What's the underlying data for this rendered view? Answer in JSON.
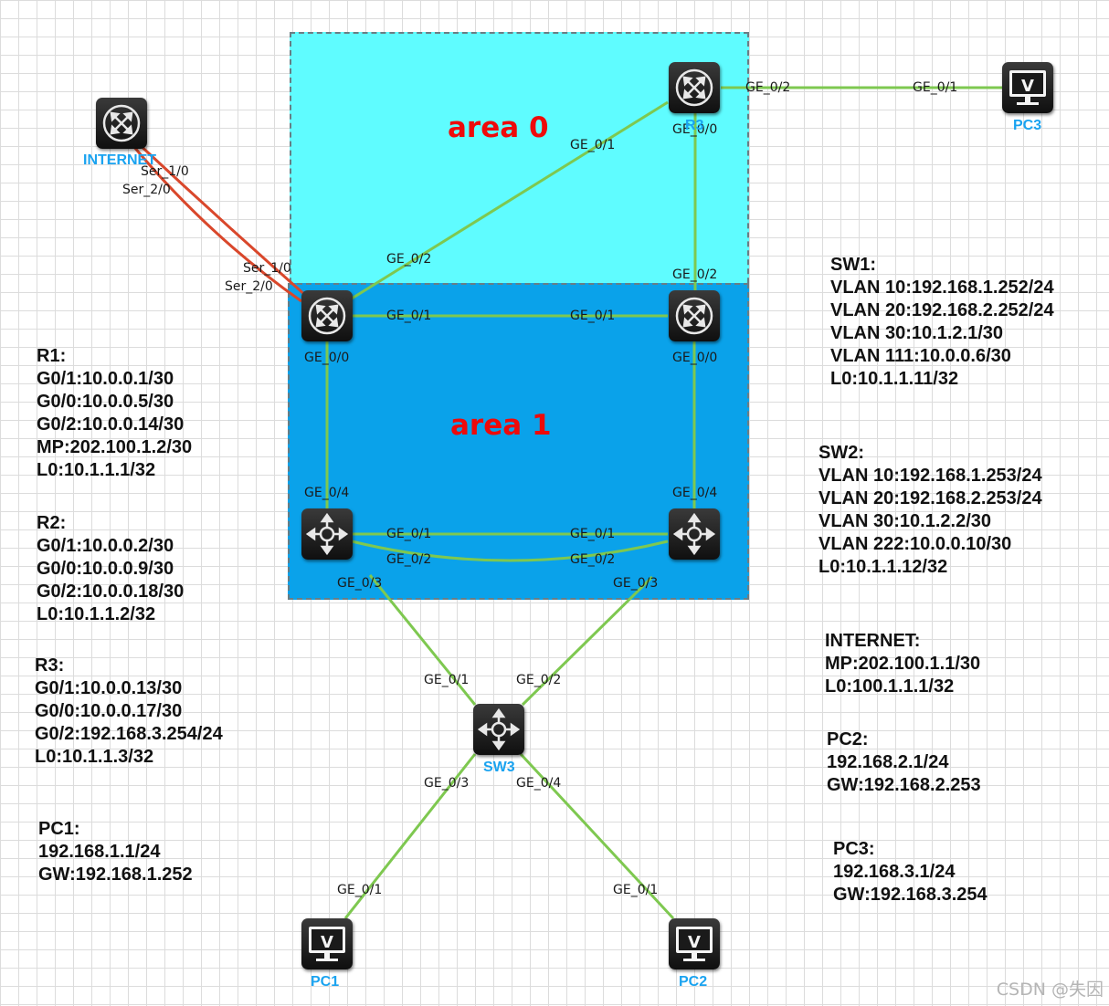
{
  "areas": {
    "area0": "area 0",
    "area1": "area 1"
  },
  "devices": {
    "internet": {
      "label": "INTERNET",
      "icon": "router-icon"
    },
    "r1": {
      "label": "",
      "icon": "router-icon"
    },
    "r2": {
      "label": "",
      "icon": "router-icon"
    },
    "r3": {
      "label": "R3",
      "icon": "router-icon"
    },
    "sw1": {
      "label": "",
      "icon": "l3-switch-icon"
    },
    "sw2": {
      "label": "",
      "icon": "l3-switch-icon"
    },
    "sw3": {
      "label": "SW3",
      "icon": "l3-switch-icon"
    },
    "pc1": {
      "label": "PC1",
      "icon": "pc-icon"
    },
    "pc2": {
      "label": "PC2",
      "icon": "pc-icon"
    },
    "pc3": {
      "label": "PC3",
      "icon": "pc-icon"
    }
  },
  "links": [
    {
      "from": "internet",
      "to": "r1",
      "type": "serial",
      "from_port": "Ser_1/0",
      "to_port": "Ser_1/0"
    },
    {
      "from": "internet",
      "to": "r1",
      "type": "serial",
      "from_port": "Ser_2/0",
      "to_port": "Ser_2/0"
    },
    {
      "from": "r1",
      "to": "r3",
      "type": "ethernet",
      "from_port": "GE_0/2",
      "to_port": "GE_0/1"
    },
    {
      "from": "r1",
      "to": "r2",
      "type": "ethernet",
      "from_port": "GE_0/1",
      "to_port": "GE_0/1"
    },
    {
      "from": "r2",
      "to": "r3",
      "type": "ethernet",
      "from_port": "GE_0/2",
      "to_port": "GE_0/0"
    },
    {
      "from": "r3",
      "to": "pc3",
      "type": "ethernet",
      "from_port": "GE_0/2",
      "to_port": "GE_0/1"
    },
    {
      "from": "r1",
      "to": "sw1",
      "type": "ethernet",
      "from_port": "GE_0/0",
      "to_port": "GE_0/4"
    },
    {
      "from": "r2",
      "to": "sw2",
      "type": "ethernet",
      "from_port": "GE_0/0",
      "to_port": "GE_0/4"
    },
    {
      "from": "sw1",
      "to": "sw2",
      "type": "ethernet",
      "from_port": "GE_0/1",
      "to_port": "GE_0/1"
    },
    {
      "from": "sw1",
      "to": "sw2",
      "type": "ethernet",
      "from_port": "GE_0/2",
      "to_port": "GE_0/2"
    },
    {
      "from": "sw1",
      "to": "sw3",
      "type": "ethernet",
      "from_port": "GE_0/3",
      "to_port": "GE_0/1"
    },
    {
      "from": "sw2",
      "to": "sw3",
      "type": "ethernet",
      "from_port": "GE_0/3",
      "to_port": "GE_0/2"
    },
    {
      "from": "sw3",
      "to": "pc1",
      "type": "ethernet",
      "from_port": "GE_0/3",
      "to_port": "GE_0/1"
    },
    {
      "from": "sw3",
      "to": "pc2",
      "type": "ethernet",
      "from_port": "GE_0/4",
      "to_port": "GE_0/1"
    }
  ],
  "info_blocks": [
    {
      "id": "r1",
      "lines": [
        "R1:",
        "G0/1:10.0.0.1/30",
        "G0/0:10.0.0.5/30",
        "G0/2:10.0.0.14/30",
        "MP:202.100.1.2/30",
        "L0:10.1.1.1/32"
      ]
    },
    {
      "id": "r2",
      "lines": [
        "R2:",
        "G0/1:10.0.0.2/30",
        "G0/0:10.0.0.9/30",
        "G0/2:10.0.0.18/30",
        "L0:10.1.1.2/32"
      ]
    },
    {
      "id": "r3",
      "lines": [
        "R3:",
        "G0/1:10.0.0.13/30",
        "G0/0:10.0.0.17/30",
        "G0/2:192.168.3.254/24",
        "L0:10.1.1.3/32"
      ]
    },
    {
      "id": "pc1",
      "lines": [
        "PC1:",
        "192.168.1.1/24",
        "GW:192.168.1.252"
      ]
    },
    {
      "id": "sw1",
      "lines": [
        "SW1:",
        "VLAN 10:192.168.1.252/24",
        "VLAN 20:192.168.2.252/24",
        "VLAN 30:10.1.2.1/30",
        "VLAN 111:10.0.0.6/30",
        "L0:10.1.1.11/32"
      ]
    },
    {
      "id": "sw2",
      "lines": [
        "SW2:",
        "VLAN 10:192.168.1.253/24",
        "VLAN 20:192.168.2.253/24",
        "VLAN 30:10.1.2.2/30",
        "VLAN 222:10.0.0.10/30",
        "L0:10.1.1.12/32"
      ]
    },
    {
      "id": "internet",
      "lines": [
        "INTERNET:",
        "MP:202.100.1.1/30",
        "L0:100.1.1.1/32"
      ]
    },
    {
      "id": "pc2",
      "lines": [
        "PC2:",
        "192.168.2.1/24",
        "GW:192.168.2.253"
      ]
    },
    {
      "id": "pc3",
      "lines": [
        "PC3:",
        "192.168.3.1/24",
        "GW:192.168.3.254"
      ]
    }
  ],
  "colors": {
    "area0": "#5ffcff",
    "area1": "#0aa2ea",
    "ethernet_link": "#7ec850",
    "serial_link": "#d9472b",
    "area_label": "#ee0a0a",
    "device_label": "#1aa3f0"
  },
  "watermark": "CSDN @失因"
}
